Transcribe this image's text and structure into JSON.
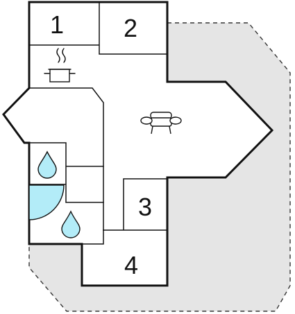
{
  "rooms": {
    "r1": {
      "number": "1"
    },
    "r2": {
      "number": "2"
    },
    "r3": {
      "number": "3"
    },
    "r4": {
      "number": "4"
    }
  },
  "icons": {
    "kitchen": "cooking-pot-icon",
    "living": "sofa-icon",
    "bath_top": "water-drop-icon",
    "bath_bottom": "water-drop-icon",
    "shower": "shower-quarter-circle"
  },
  "colors": {
    "terrace_fill": "#e5e5e5",
    "terrace_stroke": "#333333",
    "wall": "#111111",
    "shower": "#b3ecf8",
    "floor": "#ffffff"
  }
}
